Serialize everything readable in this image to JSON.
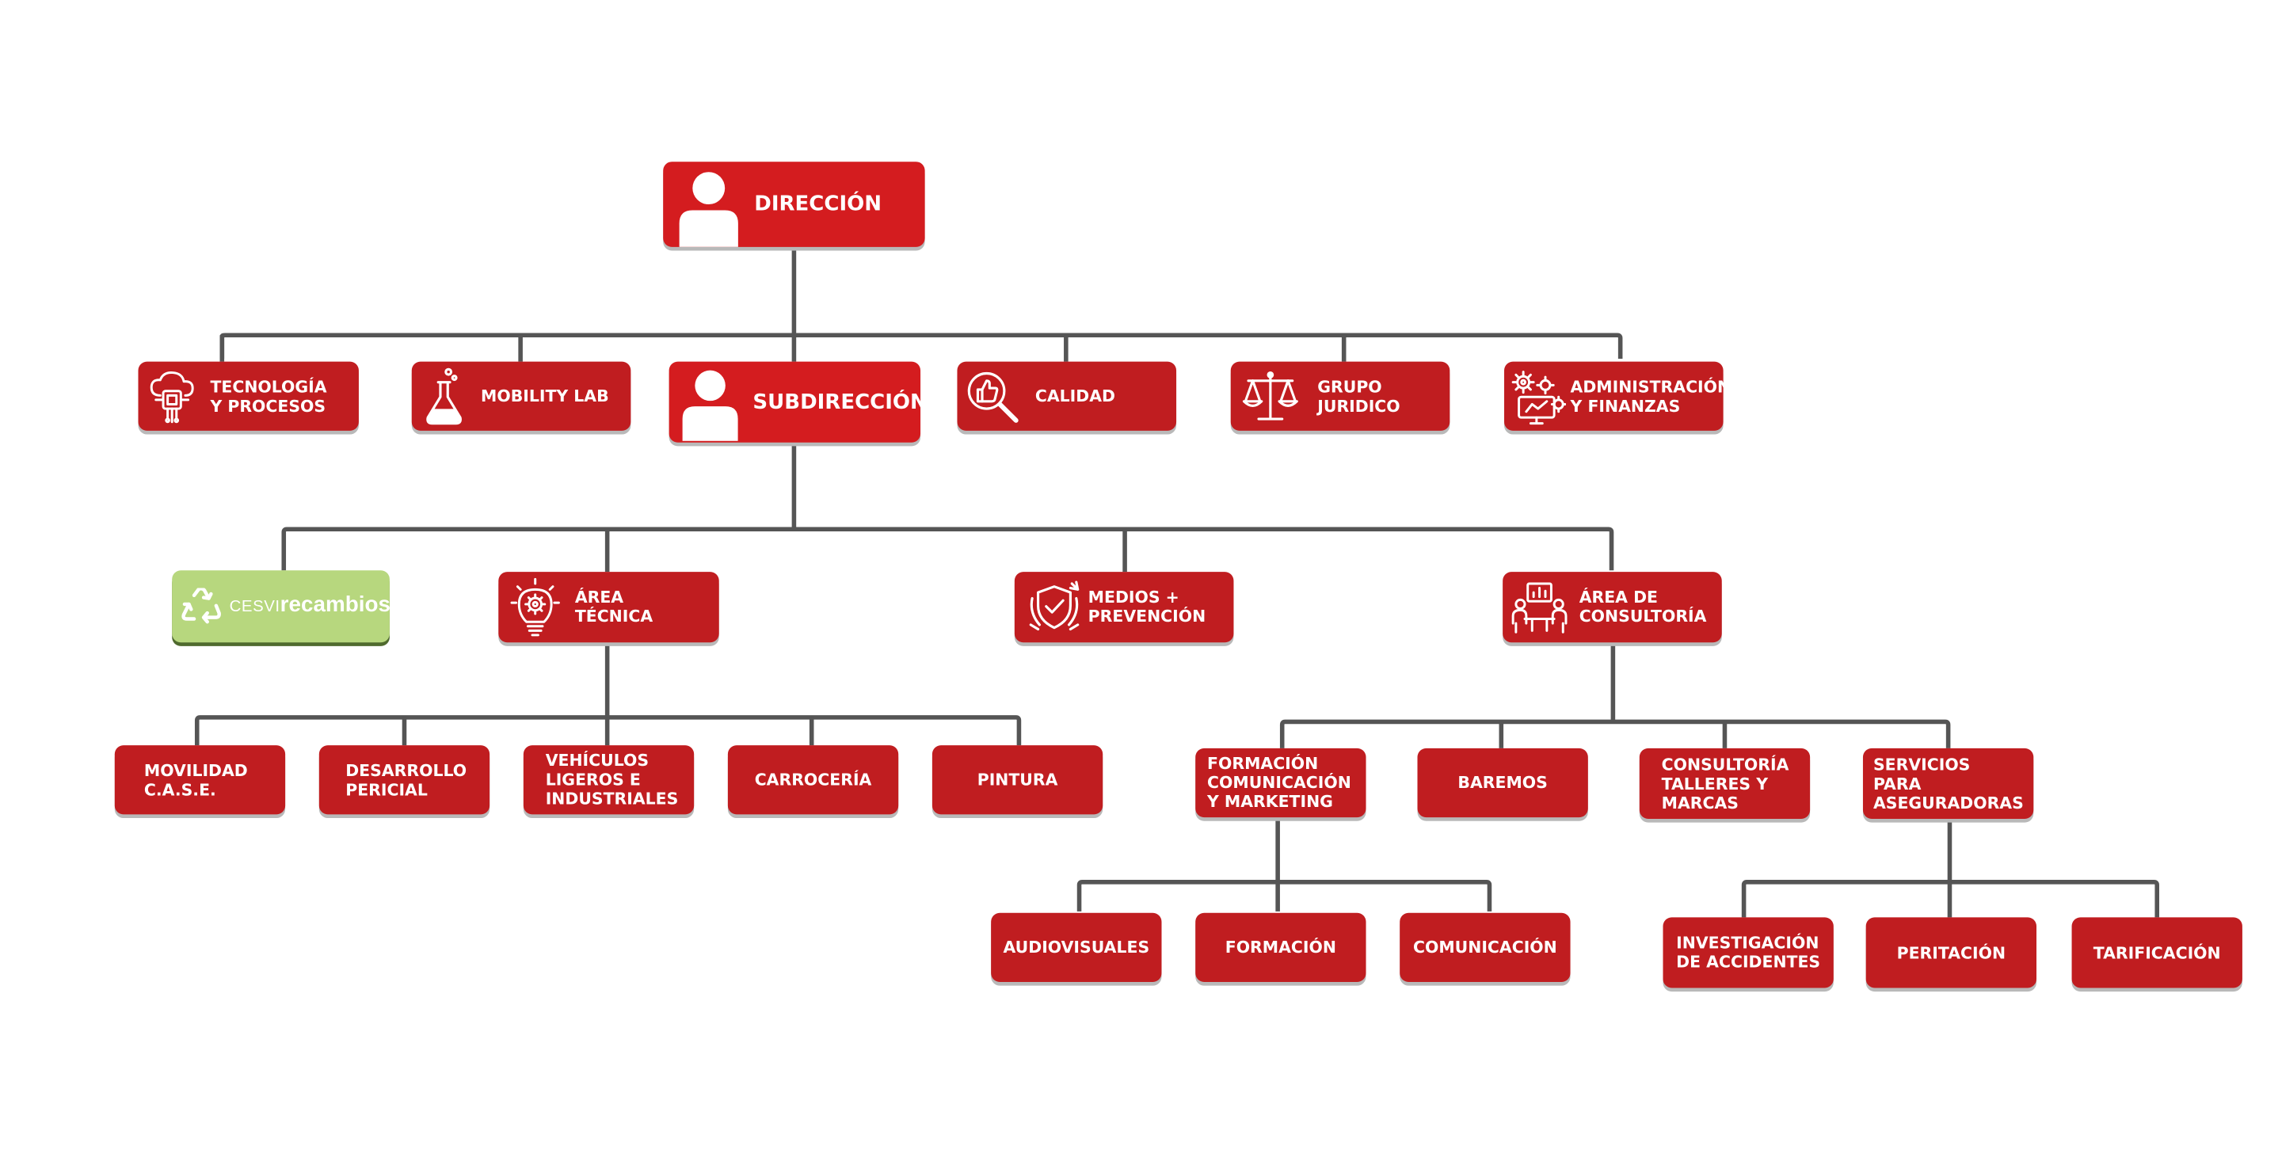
{
  "colors": {
    "node_fill": "#c01d20",
    "director_fill": "#d41c1f",
    "connector": "#555555",
    "node_shadow": "#b9b9b9",
    "cesvi_fill": "#b7d77e",
    "cesvi_text": "#ffffff"
  },
  "direccion": {
    "label": "DIRECCIÓN",
    "icon": "person-icon"
  },
  "level1": {
    "tecnologia": {
      "label": "TECNOLOGÍA\nY PROCESOS",
      "icon": "cloud-chip-icon"
    },
    "mobility_lab": {
      "label": "MOBILITY LAB",
      "icon": "flask-icon"
    },
    "subdireccion": {
      "label": "SUBDIRECCIÓN",
      "icon": "person-icon"
    },
    "calidad": {
      "label": "CALIDAD",
      "icon": "magnifier-thumbs-up-icon"
    },
    "juridico": {
      "label": "GRUPO\nJURIDICO",
      "icon": "scales-icon"
    },
    "administracion": {
      "label": "ADMINISTRACIÓN\nY FINANZAS",
      "icon": "gears-monitor-icon"
    }
  },
  "level2": {
    "cesvi": {
      "label_prefix": "CESVI",
      "label_suffix": "recambios",
      "icon": "recycle-icon"
    },
    "area_tecnica": {
      "label": "ÁREA\nTÉCNICA",
      "icon": "lightbulb-gear-icon"
    },
    "medios": {
      "label": "MEDIOS +\nPREVENCIÓN",
      "icon": "shield-check-icon"
    },
    "consultoria": {
      "label": "ÁREA DE\nCONSULTORÍA",
      "icon": "consulting-icon"
    }
  },
  "tecnica_children": [
    "MOVILIDAD\nC.A.S.E.",
    "DESARROLLO\nPERICIAL",
    "VEHÍCULOS\nLIGEROS E\nINDUSTRIALES",
    "CARROCERÍA",
    "PINTURA"
  ],
  "consultoria_children": [
    "FORMACIÓN\nCOMUNICACIÓN\nY MARKETING",
    "BAREMOS",
    "CONSULTORÍA\nTALLERES Y\nMARCAS",
    "SERVICIOS\nPARA\nASEGURADORAS"
  ],
  "formacion_children": [
    "AUDIOVISUALES",
    "FORMACIÓN",
    "COMUNICACIÓN"
  ],
  "servicios_children": [
    "INVESTIGACIÓN\nDE ACCIDENTES",
    "PERITACIÓN",
    "TARIFICACIÓN"
  ]
}
